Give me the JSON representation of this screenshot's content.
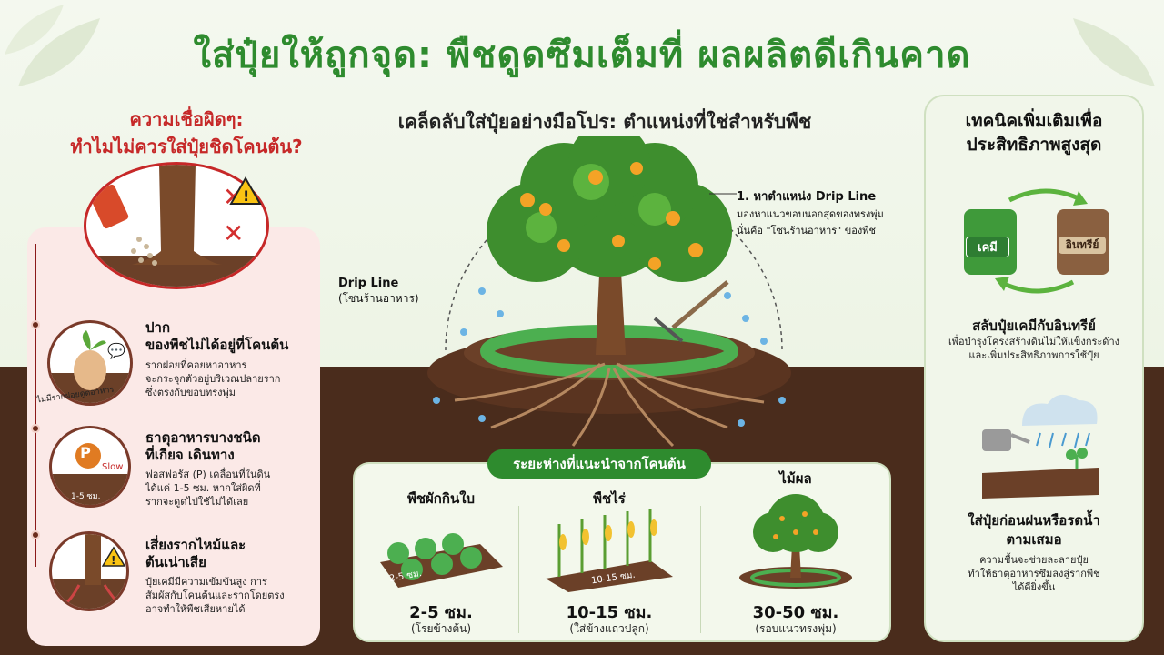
{
  "title": "ใส่ปุ๋ยให้ถูกจุด: พืชดูดซึมเต็มที่ ผลผลิตดีเกินคาด",
  "left": {
    "heading_line1": "ความเชื่อผิดๆ:",
    "heading_line2": "ทำไมไม่ควรใส่ปุ๋ยชิดโคนต้น?",
    "items": [
      {
        "title_line1": "ปาก",
        "title_line2": "ของพืชไม่ได้อยู่ที่โคนต้น",
        "desc_line1": "รากฝอยที่คอยหาอาหาร",
        "desc_line2": "จะกระจุกตัวอยู่บริเวณปลายราก",
        "desc_line3": "ซึ่งตรงกับขอบทรงพุ่ม",
        "icon_caption": "ไม่มีรากฝอยดูดอาหาร"
      },
      {
        "title_line1": "ธาตุอาหารบางชนิด",
        "title_line2": "ที่เกียจ เดินทาง",
        "desc_line1": "ฟอสฟอรัส (P) เคลื่อนที่ในดิน",
        "desc_line2": "ได้แค่ 1-5 ซม. หากใส่ผิดที่",
        "desc_line3": "รากจะดูดไปใช้ไม่ได้เลย",
        "icon_letter": "P",
        "icon_slow": "Slow",
        "icon_dist": "1-5 ซม."
      },
      {
        "title_line1": "เสี่ยงรากไหม้และ",
        "title_line2": "ต้นเน่าเสีย",
        "desc_line1": "ปุ๋ยเคมีมีความเข้มข้นสูง การ",
        "desc_line2": "สัมผัสกับโคนต้นและรากโดยตรง",
        "desc_line3": "อาจทำให้พืชเสียหายได้"
      }
    ]
  },
  "center": {
    "heading": "เคล็ดลับใส่ปุ๋ยอย่างมือโปร: ตำแหน่งที่ใช่สำหรับพืช",
    "drip_label": "Drip Line",
    "drip_sub": "(โซนร้านอาหาร)",
    "step_title": "1. หาตำแหน่ง Drip Line",
    "step_desc_line1": "มองหาแนวขอบนอกสุดของทรงพุ่ม",
    "step_desc_line2": "นั่นคือ \"โซนร้านอาหาร\" ของพืช"
  },
  "distance": {
    "heading": "ระยะห่างที่แนะนำจากโคนต้น",
    "columns": [
      {
        "name": "พืชผักกินใบ",
        "value": "2-5 ซม.",
        "sub": "(โรยข้างต้น)",
        "tag": "2-5 ซม."
      },
      {
        "name": "พืชไร่",
        "value": "10-15 ซม.",
        "sub": "(ใส่ข้างแถวปลูก)",
        "tag": "10-15 ซม."
      },
      {
        "name": "ไม้ผล",
        "value": "30-50 ซม.",
        "sub": "(รอบแนวทรงพุ่ม)"
      }
    ]
  },
  "right": {
    "heading_line1": "เทคนิคเพิ่มเติมเพื่อ",
    "heading_line2": "ประสิทธิภาพสูงสุด",
    "bag1": "เคมี",
    "bag2": "อินทรีย์",
    "tip1_title": "สลับปุ๋ยเคมีกับอินทรีย์",
    "tip1_desc_line1": "เพื่อบำรุงโครงสร้างดินไม่ให้แข็งกระด้าง",
    "tip1_desc_line2": "และเพิ่มประสิทธิภาพการใช้ปุ๋ย",
    "tip2_title_line1": "ใส่ปุ๋ยก่อนฝนหรือรดน้ำ",
    "tip2_title_line2": "ตามเสมอ",
    "tip2_desc_line1": "ความชื้นจะช่วยละลายปุ๋ย",
    "tip2_desc_line2": "ทำให้ธาตุอาหารซึมลงสู่รากพืช",
    "tip2_desc_line3": "ได้ดียิ่งขึ้น"
  },
  "colors": {
    "accent_green": "#2e8b2e",
    "warning_red": "#c62828",
    "soil_brown": "#4a2c1c"
  }
}
